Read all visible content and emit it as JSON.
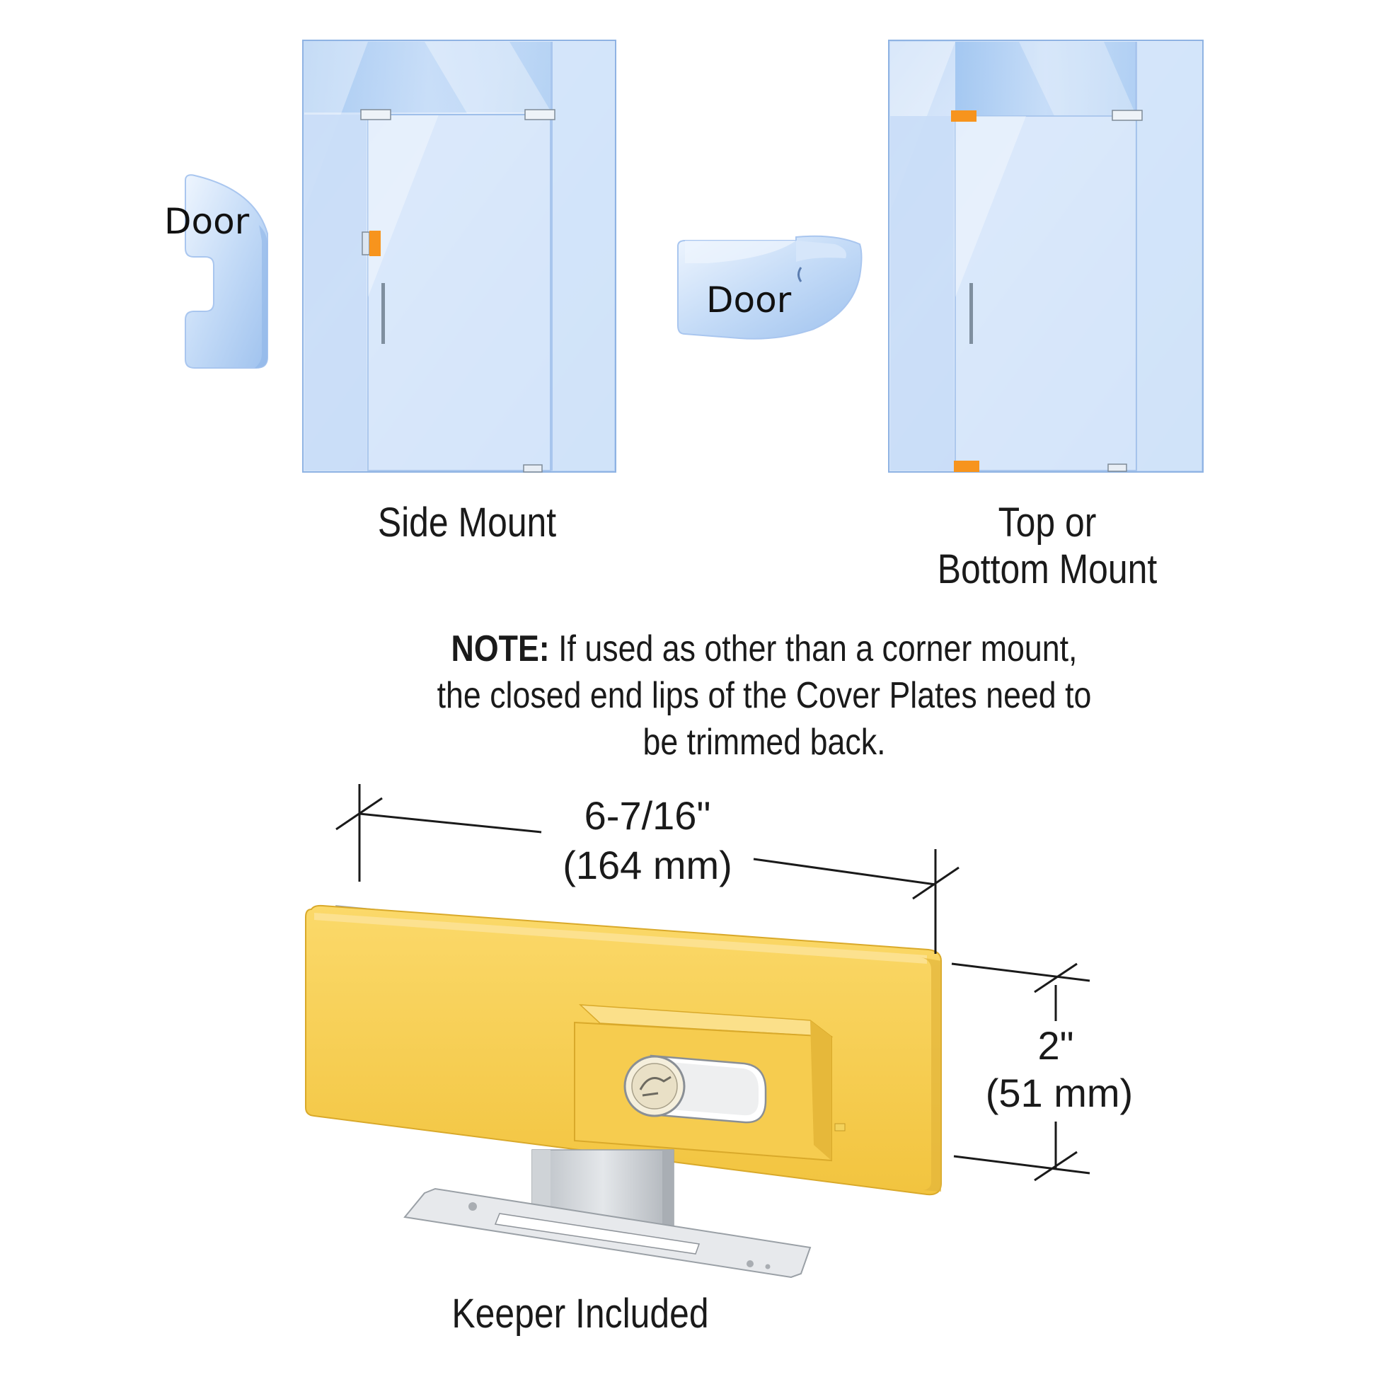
{
  "labels": {
    "door_left": "Door",
    "door_right": "Door",
    "side_mount": "Side Mount",
    "top_bottom_line1": "Top or",
    "top_bottom_line2": "Bottom Mount",
    "note_prefix": "NOTE:",
    "note_line1": "If used as other than a corner mount,",
    "note_line2": "the closed end lips of the Cover Plates need to",
    "note_line3": "be trimmed back.",
    "width_in": "6-7/16\"",
    "width_mm": "(164 mm)",
    "height_in": "2\"",
    "height_mm": "(51 mm)",
    "keeper": "Keeper Included"
  },
  "colors": {
    "glass_light": "#dce9fb",
    "glass_mid": "#bcd5f6",
    "glass_dark": "#9cc0ef",
    "highlight_orange": "#f7941d",
    "patch_yellow": "#f2c94c",
    "patch_yellow_light": "#fadb7a",
    "metal_gray": "#c9cdd2"
  }
}
